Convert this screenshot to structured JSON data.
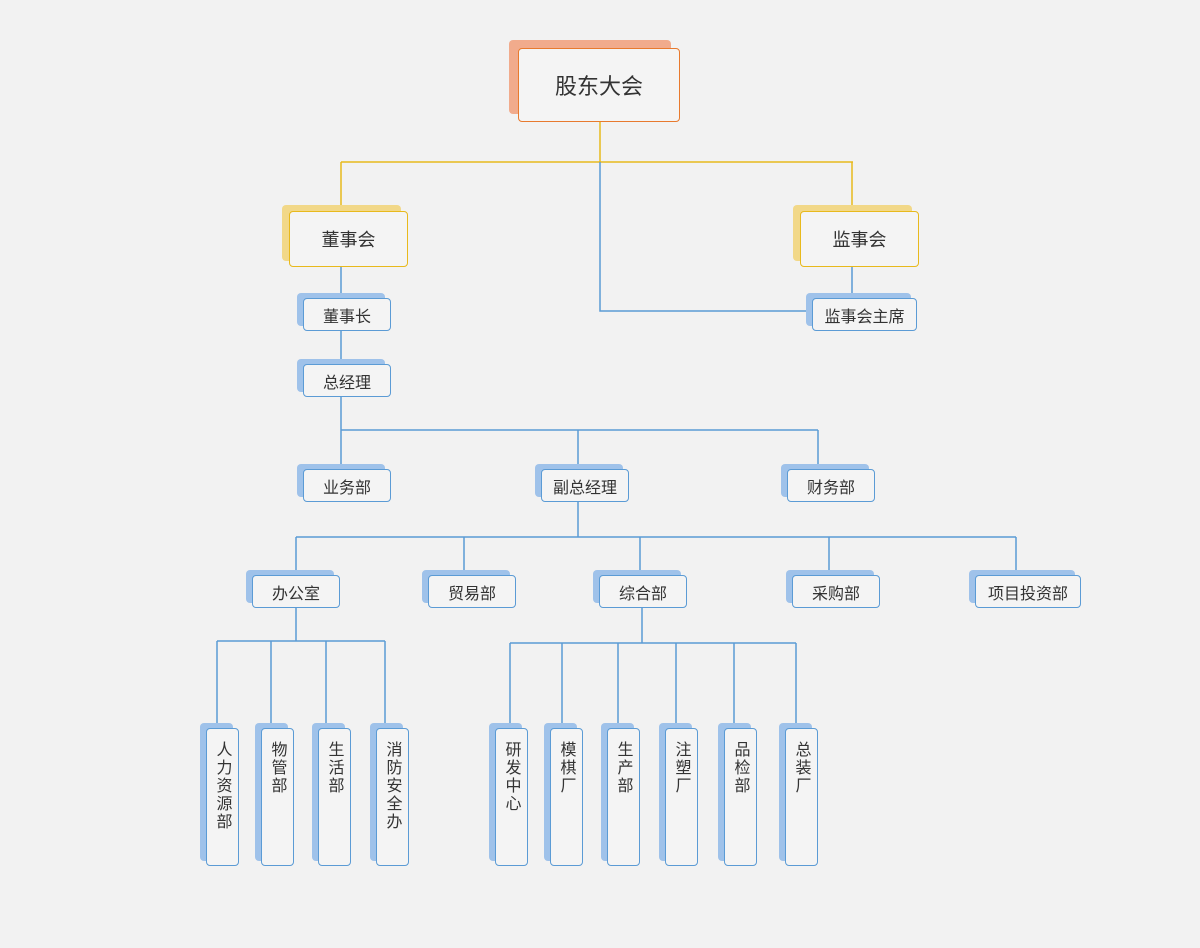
{
  "root": "股东大会",
  "board": "董事会",
  "supervisory_board": "监事会",
  "chairman": "董事长",
  "supervisory_chairman": "监事会主席",
  "general_manager": "总经理",
  "business_dept": "业务部",
  "deputy_gm": "副总经理",
  "finance_dept": "财务部",
  "office": "办公室",
  "trade_dept": "贸易部",
  "general_dept": "综合部",
  "purchasing_dept": "采购部",
  "project_investment_dept": "项目投资部",
  "office_children": [
    "人力资源部",
    "物管部",
    "生活部",
    "消防安全办"
  ],
  "general_children": [
    "研发中心",
    "模棋厂",
    "生产部",
    "注塑厂",
    "品检部",
    "总装厂"
  ],
  "colors": {
    "orange": "#e87a2e",
    "gold": "#e8b91c",
    "blue": "#5b9bd5"
  }
}
